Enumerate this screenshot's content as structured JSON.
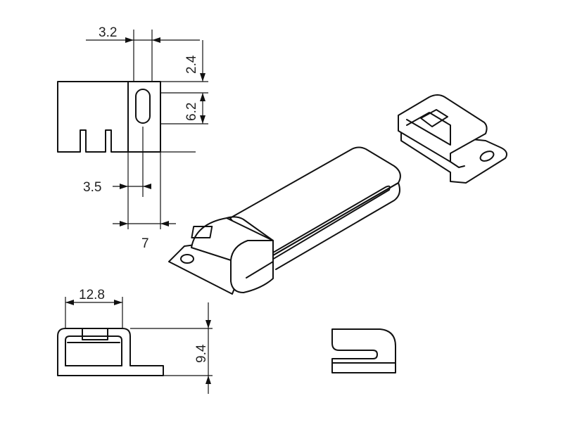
{
  "dimensions": {
    "width_top": "3.2",
    "offset_top": "2.4",
    "slot_height": "6.2",
    "slot_offset": "3.5",
    "total_width": "7",
    "front_width": "12.8",
    "front_height": "9.4"
  },
  "colors": {
    "line": "#111111",
    "background": "#ffffff"
  }
}
